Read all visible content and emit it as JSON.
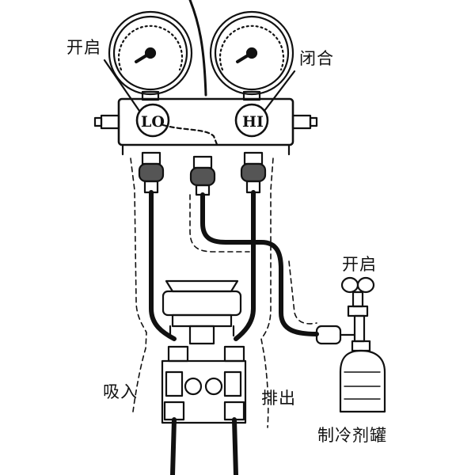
{
  "labels": {
    "open_left": "开启",
    "close_right": "闭合",
    "open_tank": "开启",
    "suction": "吸入",
    "discharge": "排出",
    "refrigerant_tank": "制冷剂罐"
  },
  "gauges": {
    "low": "LO",
    "high": "HI"
  },
  "colors": {
    "line": "#111111",
    "background": "#ffffff"
  }
}
